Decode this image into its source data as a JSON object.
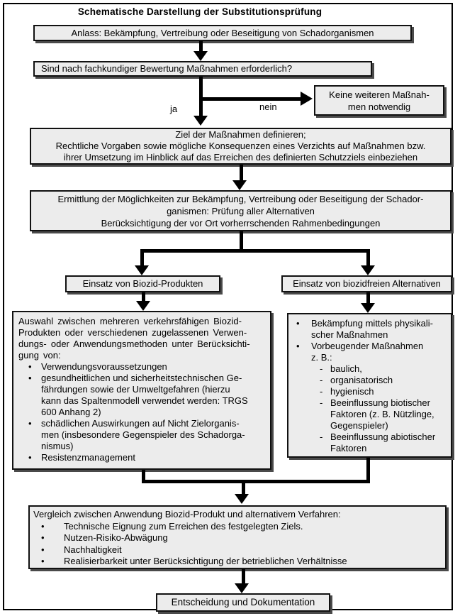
{
  "title": "Schematische Darstellung der Substitutionsprüfung",
  "labels": {
    "ja": "ja",
    "nein": "nein"
  },
  "glyphs": {
    "bullet": "•",
    "dash": "-"
  },
  "boxes": {
    "anlass": "Anlass: Bekämpfung, Vertreibung oder Beseitigung von Schadorganismen",
    "frage": "Sind nach fachkundiger Bewertung Maßnahmen erforderlich?",
    "keine_massnahmen": "Keine weiteren Maßnah-\nmen notwendig",
    "ziel": "Ziel der Maßnahmen definieren;\nRechtliche Vorgaben sowie mögliche Konsequenzen eines Verzichts auf Maßnahmen bzw.\nihrer Umsetzung im Hinblick auf das Erreichen des definierten Schutzziels einbeziehen",
    "ermittlung": "Ermittlung der Möglichkeiten zur Bekämpfung, Vertreibung oder Beseitigung der Schador-\nganismen: Prüfung aller Alternativen\nBerücksichtigung der vor Ort vorherrschenden Rahmenbedingungen",
    "biozid_header": "Einsatz von Biozid-Produkten",
    "alternativ_header": "Einsatz von biozidfreien Alternativen",
    "entscheidung": "Entscheidung und Dokumentation"
  },
  "biozid": {
    "intro": "Auswahl zwischen mehreren verkehrsfähigen Biozid-\nProdukten oder verschiedenen zugelassenen Verwen-\ndungs- oder Anwendungsmethoden unter Berücksichti-\ngung von:",
    "bullets": [
      "Verwendungsvoraussetzungen",
      "gesundheitlichen und sicherheitstechnischen Ge-\nfährdungen sowie der Umweltgefahren (hierzu\nkann das Spaltenmodell verwendet werden: TRGS\n600 Anhang 2)",
      "schädlichen Auswirkungen auf Nicht Zielorganis-\nmen (insbesondere Gegenspieler des Schadorga-\nnismus)",
      "Resistenzmanagement"
    ]
  },
  "alternativ": {
    "bullets": [
      "Bekämpfung mittels physikali-\nscher Maßnahmen",
      "Vorbeugender Maßnahmen\nz. B.:"
    ],
    "subitems": [
      "baulich,",
      "organisatorisch",
      "hygienisch",
      "Beeinflussung biotischer\nFaktoren (z. B. Nützlinge,\nGegenspieler)",
      "Beeinflussung abiotischer\nFaktoren"
    ]
  },
  "vergleich": {
    "intro": "Vergleich zwischen Anwendung Biozid-Produkt und alternativem Verfahren:",
    "bullets": [
      "Technische Eignung zum Erreichen des festgelegten Ziels.",
      "Nutzen-Risiko-Abwägung",
      "Nachhaltigkeit",
      "Realisierbarkeit unter Berücksichtigung der betrieblichen Verhältnisse"
    ]
  },
  "colors": {
    "box_fill": "#ececec",
    "box_border": "#111111",
    "shadow": "#4a4a4a",
    "arrow": "#000000"
  }
}
